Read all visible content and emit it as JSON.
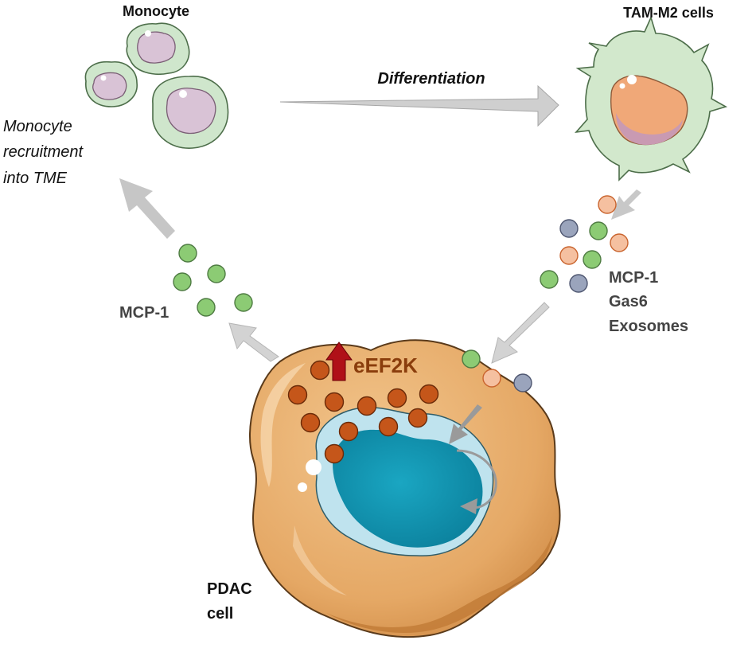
{
  "labels": {
    "monocyte": "Monocyte",
    "tam": "TAM-M2 cells",
    "differentiation": "Differentiation",
    "recruitment": [
      "Monocyte",
      "recruitment",
      "into TME"
    ],
    "mcp1_left": "MCP-1",
    "secreted": [
      "MCP-1",
      "Gas6",
      "Exosomes"
    ],
    "eef2k": "eEF2K",
    "pdac": [
      "PDAC",
      "cell"
    ]
  },
  "colors": {
    "monocyte_membrane": "#cfe6cc",
    "monocyte_nucleus": "#d9c3d6",
    "tam_body": "#d2e8cc",
    "tam_nucleus": "#f0a878",
    "pdac_body": "#e5a865",
    "pdac_nucleus": "#0d96b3",
    "granule": "#c5561a",
    "green_dot": "#8ccb74",
    "orange_dot": "#f5c0a0",
    "gray_dot": "#9aa4bc",
    "up_arrow": "#b01018",
    "eef2k_text": "#8a3d0c",
    "gray_arrow": "#c6c6c6"
  }
}
